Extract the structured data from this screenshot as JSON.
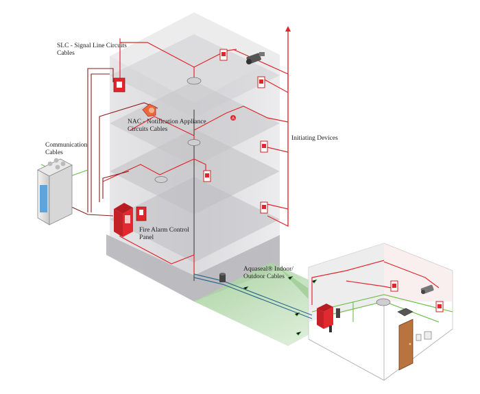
{
  "labels": {
    "slc": {
      "line1": "SLC - Signal Line Circuits",
      "line2": "Cables"
    },
    "nac": {
      "line1": "NAC - Notification Appliance",
      "line2": "Circuits Cables"
    },
    "comm": {
      "line1": "Communication",
      "line2": "Cables"
    },
    "initiating": {
      "line1": "Initiating Devices"
    },
    "facp": {
      "line1": "Fire Alarm Control",
      "line2": "Panel"
    },
    "aquaseal": {
      "line1": "Aquaseal® Indoor/",
      "line2": "Outdoor Cables"
    }
  },
  "colors": {
    "slc_cable": "#e0262b",
    "nac_cable": "#8b1a1a",
    "comm_cable": "#6abd45",
    "building": "#d9d9db",
    "ground": "#a8d3a0",
    "panel": "#e02a2f"
  },
  "icons": [
    "server-rack-icon",
    "camera-icon",
    "horn-strobe-icon",
    "smoke-detector-icon",
    "pull-station-icon",
    "fire-alarm-panel-icon",
    "door-icon",
    "junction-box-icon"
  ]
}
